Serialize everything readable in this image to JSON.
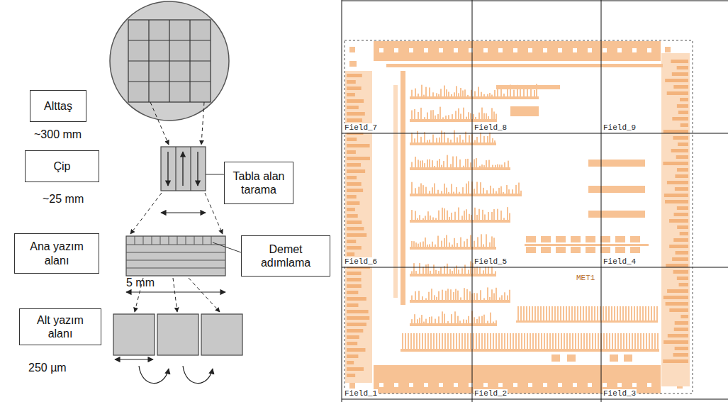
{
  "diagram": {
    "nodes": [
      {
        "text": [
          "Alttaş"
        ]
      },
      {
        "text": [
          "Çip"
        ]
      },
      {
        "text": [
          "Tabla alan tarama"
        ]
      },
      {
        "text": [
          "Ana yazım alanı"
        ]
      },
      {
        "text": [
          "Demet adımlama"
        ]
      },
      {
        "text": [
          "Alt yazım alanı"
        ]
      }
    ],
    "labels": [
      "~300 mm",
      "~25 mm",
      "5 mm",
      "250 µm",
      "Field_7",
      "Field_8",
      "Field_9",
      "Field_6",
      "Field_5",
      "Field_4",
      "MET1",
      "Field_1",
      "Field_2",
      "Field_3"
    ]
  }
}
